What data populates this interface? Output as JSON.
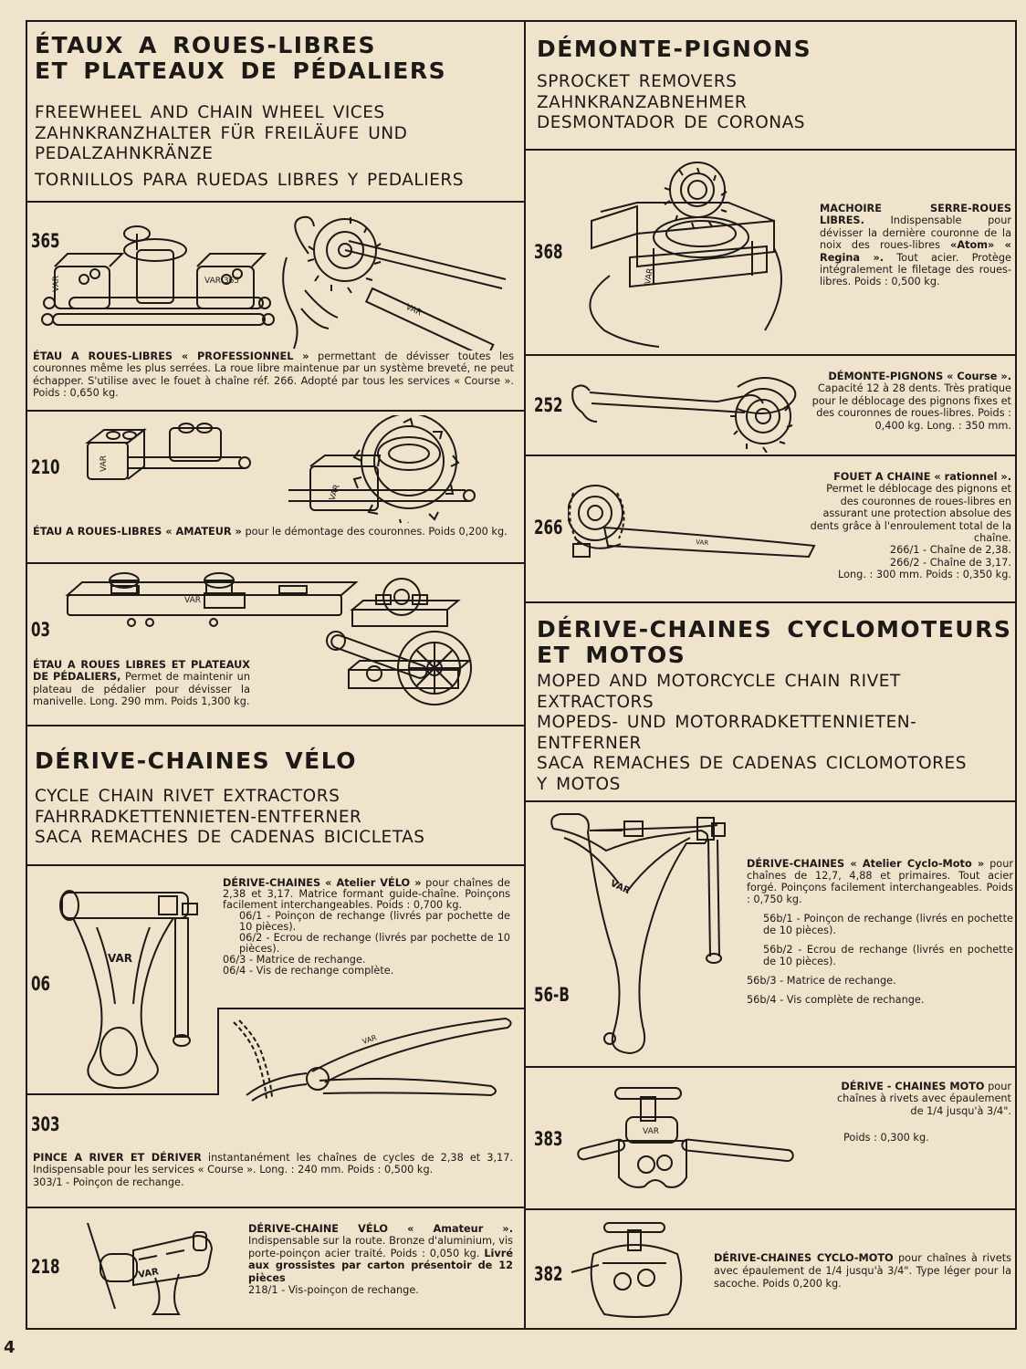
{
  "page_number": "4",
  "left": {
    "vices": {
      "title_lines": [
        "ÉTAUX A ROUES-LIBRES",
        "ET PLATEAUX DE PÉDALIERS"
      ],
      "subtitles": [
        "FREEWHEEL AND CHAIN WHEEL VICES",
        "ZAHNKRANZHALTER FÜR FREILÄUFE UND",
        "PEDALZAHNKRÄNZE",
        "TORNILLOS PARA RUEDAS LIBRES Y PEDALIERS"
      ]
    },
    "p365": {
      "ref": "365",
      "name": "ÉTAU A ROUES-LIBRES « PROFESSIONNEL »",
      "text": " permettant de dévisser toutes les couronnes même les plus serrées. La roue libre maintenue par un système breveté, ne peut échapper. S'utilise avec le fouet à chaîne réf. 266. Adopté par tous les services « Course ». Poids : 0,650 kg."
    },
    "p210": {
      "ref": "210",
      "name": "ÉTAU A ROUES-LIBRES « AMATEUR »",
      "text": " pour le démontage des couronnes. Poids 0,200 kg."
    },
    "p03": {
      "ref": "03",
      "name": "ÉTAU A ROUES LIBRES ET PLATEAUX DE PÉDALIERS,",
      "text": " Permet de maintenir un plateau de pédalier pour dévisser la manivelle. Long. 290 mm. Poids 1,300 kg."
    },
    "bike_chain": {
      "title": "DÉRIVE-CHAINES VÉLO",
      "subtitles": [
        "CYCLE CHAIN RIVET EXTRACTORS",
        "FAHRRADKETTENNIETEN-ENTFERNER",
        "SACA REMACHES DE CADENAS BICICLETAS"
      ]
    },
    "p06": {
      "ref": "06",
      "name": "DÉRIVE-CHAINES « Atelier VÉLO »",
      "text": " pour chaînes de 2,38 et 3,17. Matrice formant guide-chaîne. Poinçons facilement interchangeables. Poids : 0,700 kg.",
      "parts": [
        "06/1 - Poinçon de rechange (livrés par pochette de 10 pièces).",
        "06/2 - Ecrou de rechange (livrés par pochette de 10 pièces).",
        "06/3 - Matrice de rechange.",
        "06/4 - Vis de rechange complète."
      ]
    },
    "p303": {
      "ref": "303",
      "name": "PINCE A RIVER ET DÉRIVER",
      "text": " instantanément les chaînes de cycles de 2,38 et 3,17. Indispensable pour les services « Course ». Long. : 240 mm. Poids : 0,500 kg.",
      "part": "303/1 - Poinçon de rechange."
    },
    "p218": {
      "ref": "218",
      "name": "DÉRIVE-CHAINE VÉLO « Amateur ».",
      "text": " Indispensable sur la route. Bronze d'aluminium, vis porte-poinçon acier traité. Poids : 0,050 kg. ",
      "bold2": "Livré aux grossistes par carton présentoir de 12 pièces",
      "part": "218/1 - Vis-poinçon de rechange."
    }
  },
  "right": {
    "sprocket": {
      "title": "DÉMONTE-PIGNONS",
      "subtitles": [
        "SPROCKET REMOVERS",
        "ZAHNKRANZABNEHMER",
        "DESMONTADOR DE CORONAS"
      ]
    },
    "p368": {
      "ref": "368",
      "name": "MACHOIRE SERRE-ROUES LIBRES.",
      "text": " Indispensable pour dévisser la dernière couronne de la noix des roues-libres ",
      "b2": "«Atom» « Regina ».",
      "text2": " Tout acier. Protège intégralement le filetage des roues-libres. Poids : 0,500 kg."
    },
    "p252": {
      "ref": "252",
      "name": "DÉMONTE-PIGNONS « Course ».",
      "text": " Capacité 12 à 28 dents. Très pratique pour le déblocage des pignons fixes et des couronnes de roues-libres. Poids : 0,400 kg. Long. : 350 mm."
    },
    "p266": {
      "ref": "266",
      "name": "FOUET A CHAINE « rationnel ».",
      "text": " Permet le déblocage des pignons et des couronnes de roues-libres en assurant une protection absolue des dents grâce à l'enroulement total de la chaîne.",
      "parts": [
        "266/1 - Chaîne de 2,38.",
        "266/2 - Chaîne de 3,17.",
        "Long. : 300 mm. Poids : 0,350 kg."
      ]
    },
    "moto_chain": {
      "title_lines": [
        "DÉRIVE-CHAINES CYCLOMOTEURS",
        "ET MOTOS"
      ],
      "subtitles": [
        "MOPED AND MOTORCYCLE CHAIN RIVET",
        "EXTRACTORS",
        "MOPEDS- UND MOTORRADKETTENNIETEN-",
        "ENTFERNER",
        "SACA REMACHES DE CADENAS CICLOMOTORES",
        "Y MOTOS"
      ]
    },
    "p56b": {
      "ref": "56-B",
      "name": "DÉRIVE-CHAINES « Atelier Cyclo-Moto »",
      "text": " pour chaînes de 12,7, 4,88 et primaires. Tout acier forgé. Poinçons facilement interchangeables. Poids : 0,750 kg.",
      "parts": [
        "56b/1 - Poinçon de rechange (livrés en pochette de 10 pièces).",
        "56b/2 - Ecrou de rechange (livrés en pochette de 10 pièces).",
        "56b/3 - Matrice de rechange.",
        "56b/4 - Vis complète de rechange."
      ]
    },
    "p383": {
      "ref": "383",
      "name": "DÉRIVE - CHAINES MOTO",
      "text": " pour chaînes à rivets avec épaulement de 1/4 jusqu'à 3/4\".",
      "weight": "Poids : 0,300 kg."
    },
    "p382": {
      "ref": "382",
      "name": "DÉRIVE-CHAINES CYCLO-MOTO",
      "text": " pour chaînes à rivets avec épaulement de 1/4 jusqu'à 3/4\". Type léger pour la sacoche. Poids 0,200 kg."
    }
  },
  "engraving": {
    "brand": "VAR",
    "mark_365": "VAR 365"
  }
}
